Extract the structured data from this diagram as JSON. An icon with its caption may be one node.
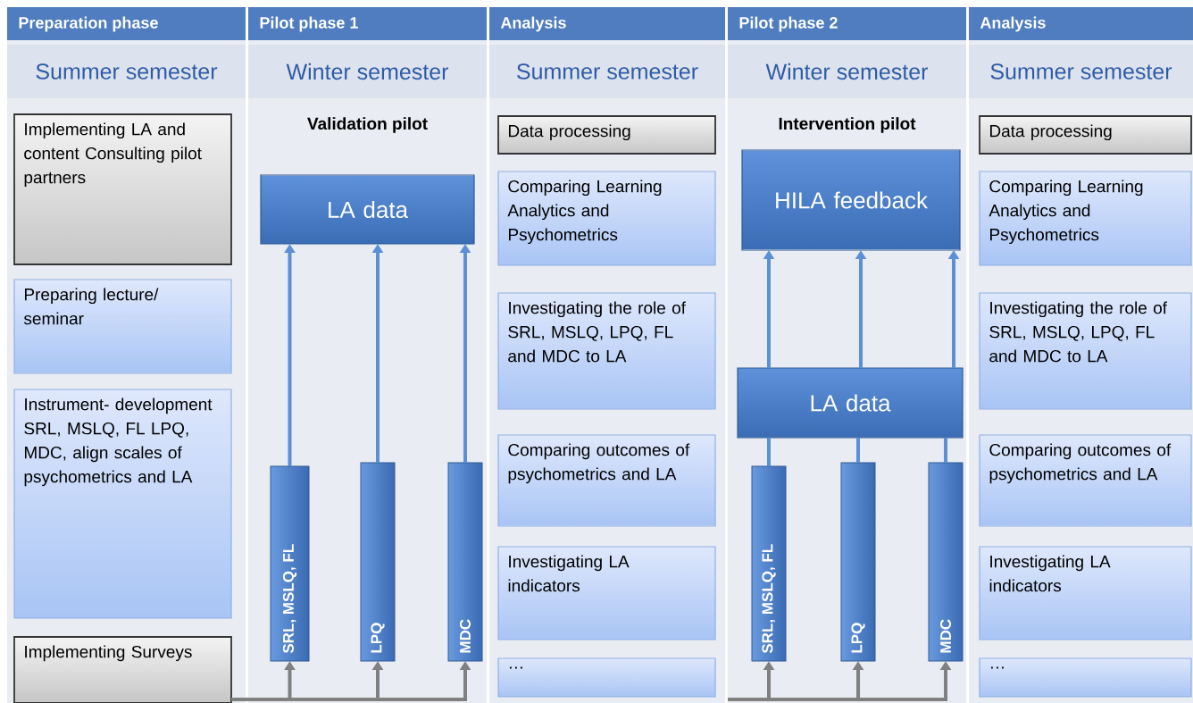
{
  "diagram": {
    "nodes": [
      {
        "text": [
          "Preparation phase",
          "Summer semester"
        ]
      },
      {
        "text": [
          "Implementing LA and content Consulting pilot partners"
        ],
        "in": 0
      },
      {
        "text": [
          "Preparing lecture/ seminar"
        ],
        "in": 0
      },
      {
        "text": [
          "Instrument- development SRL, MSLQ, FL LPQ, MDC, align scales of psychometrics and LA"
        ],
        "in": 0
      },
      {
        "text": [
          "Implementing Surveys"
        ],
        "in": 0
      },
      {
        "text": [
          "Pilot phase 1",
          "Winter semester",
          "Validation pilot"
        ]
      },
      {
        "text": [
          "LA data"
        ],
        "in": 5
      },
      {
        "text": [
          "SRL, MSLQ, FL"
        ],
        "in": 5
      },
      {
        "text": [
          "LPQ"
        ],
        "in": 5
      },
      {
        "text": [
          "MDC"
        ],
        "in": 5
      },
      {
        "text": [
          "Analysis",
          "Summer semester"
        ]
      },
      {
        "text": [
          "Data processing"
        ],
        "in": 10
      },
      {
        "text": [
          "Comparing Learning Analytics and Psychometrics"
        ],
        "in": 10
      },
      {
        "text": [
          "Investigating the role of SRL, MSLQ, LPQ, FL and MDC to LA"
        ],
        "in": 10
      },
      {
        "text": [
          "Comparing outcomes of psychometrics and LA"
        ],
        "in": 10
      },
      {
        "text": [
          "Investigating LA indicators"
        ],
        "in": 10
      },
      {
        "text": [
          "…"
        ],
        "in": 10
      },
      {
        "text": [
          "Pilot phase 2",
          "Winter semester",
          "Intervention pilot"
        ]
      },
      {
        "text": [
          "HILA feedback"
        ],
        "in": 17
      },
      {
        "text": [
          "LA data"
        ],
        "in": 17
      },
      {
        "text": [
          "SRL, MSLQ, FL"
        ],
        "in": 17
      },
      {
        "text": [
          "LPQ"
        ],
        "in": 17
      },
      {
        "text": [
          "MDC"
        ],
        "in": 17
      },
      {
        "text": [
          "Analysis",
          "Summer semester"
        ]
      },
      {
        "text": [
          "Data processing"
        ],
        "in": 23
      },
      {
        "text": [
          "Comparing Learning Analytics and Psychometrics"
        ],
        "in": 23
      },
      {
        "text": [
          "Investigating the role of SRL, MSLQ, LPQ, FL and MDC to LA"
        ],
        "in": 23
      },
      {
        "text": [
          "Comparing outcomes of psychometrics and LA"
        ],
        "in": 23
      },
      {
        "text": [
          "Investigating LA indicators"
        ],
        "in": 23
      },
      {
        "text": [
          "…"
        ],
        "in": 23
      }
    ],
    "edges": [
      {
        "from": 7,
        "to": 6,
        "arrow": "to"
      },
      {
        "from": 8,
        "to": 6,
        "arrow": "to"
      },
      {
        "from": 9,
        "to": 6,
        "arrow": "to"
      },
      {
        "from": 4,
        "to": 7,
        "arrow": "to",
        "color": "#808080"
      },
      {
        "from": 4,
        "to": 8,
        "arrow": "to",
        "color": "#808080"
      },
      {
        "from": 4,
        "to": 9,
        "arrow": "to",
        "color": "#808080"
      },
      {
        "from": 20,
        "to": 19,
        "arrow": "none"
      },
      {
        "from": 21,
        "to": 19,
        "arrow": "none"
      },
      {
        "from": 22,
        "to": 19,
        "arrow": "none"
      },
      {
        "from": 19,
        "to": 18,
        "arrow": "to"
      },
      {
        "from": 19,
        "to": 18,
        "arrow": "to"
      },
      {
        "from": 19,
        "to": 18,
        "arrow": "to"
      },
      {
        "from": null,
        "to": 20,
        "arrow": "to",
        "color": "#808080"
      },
      {
        "from": null,
        "to": 21,
        "arrow": "to",
        "color": "#808080"
      },
      {
        "from": null,
        "to": 22,
        "arrow": "to",
        "color": "#808080"
      }
    ]
  }
}
